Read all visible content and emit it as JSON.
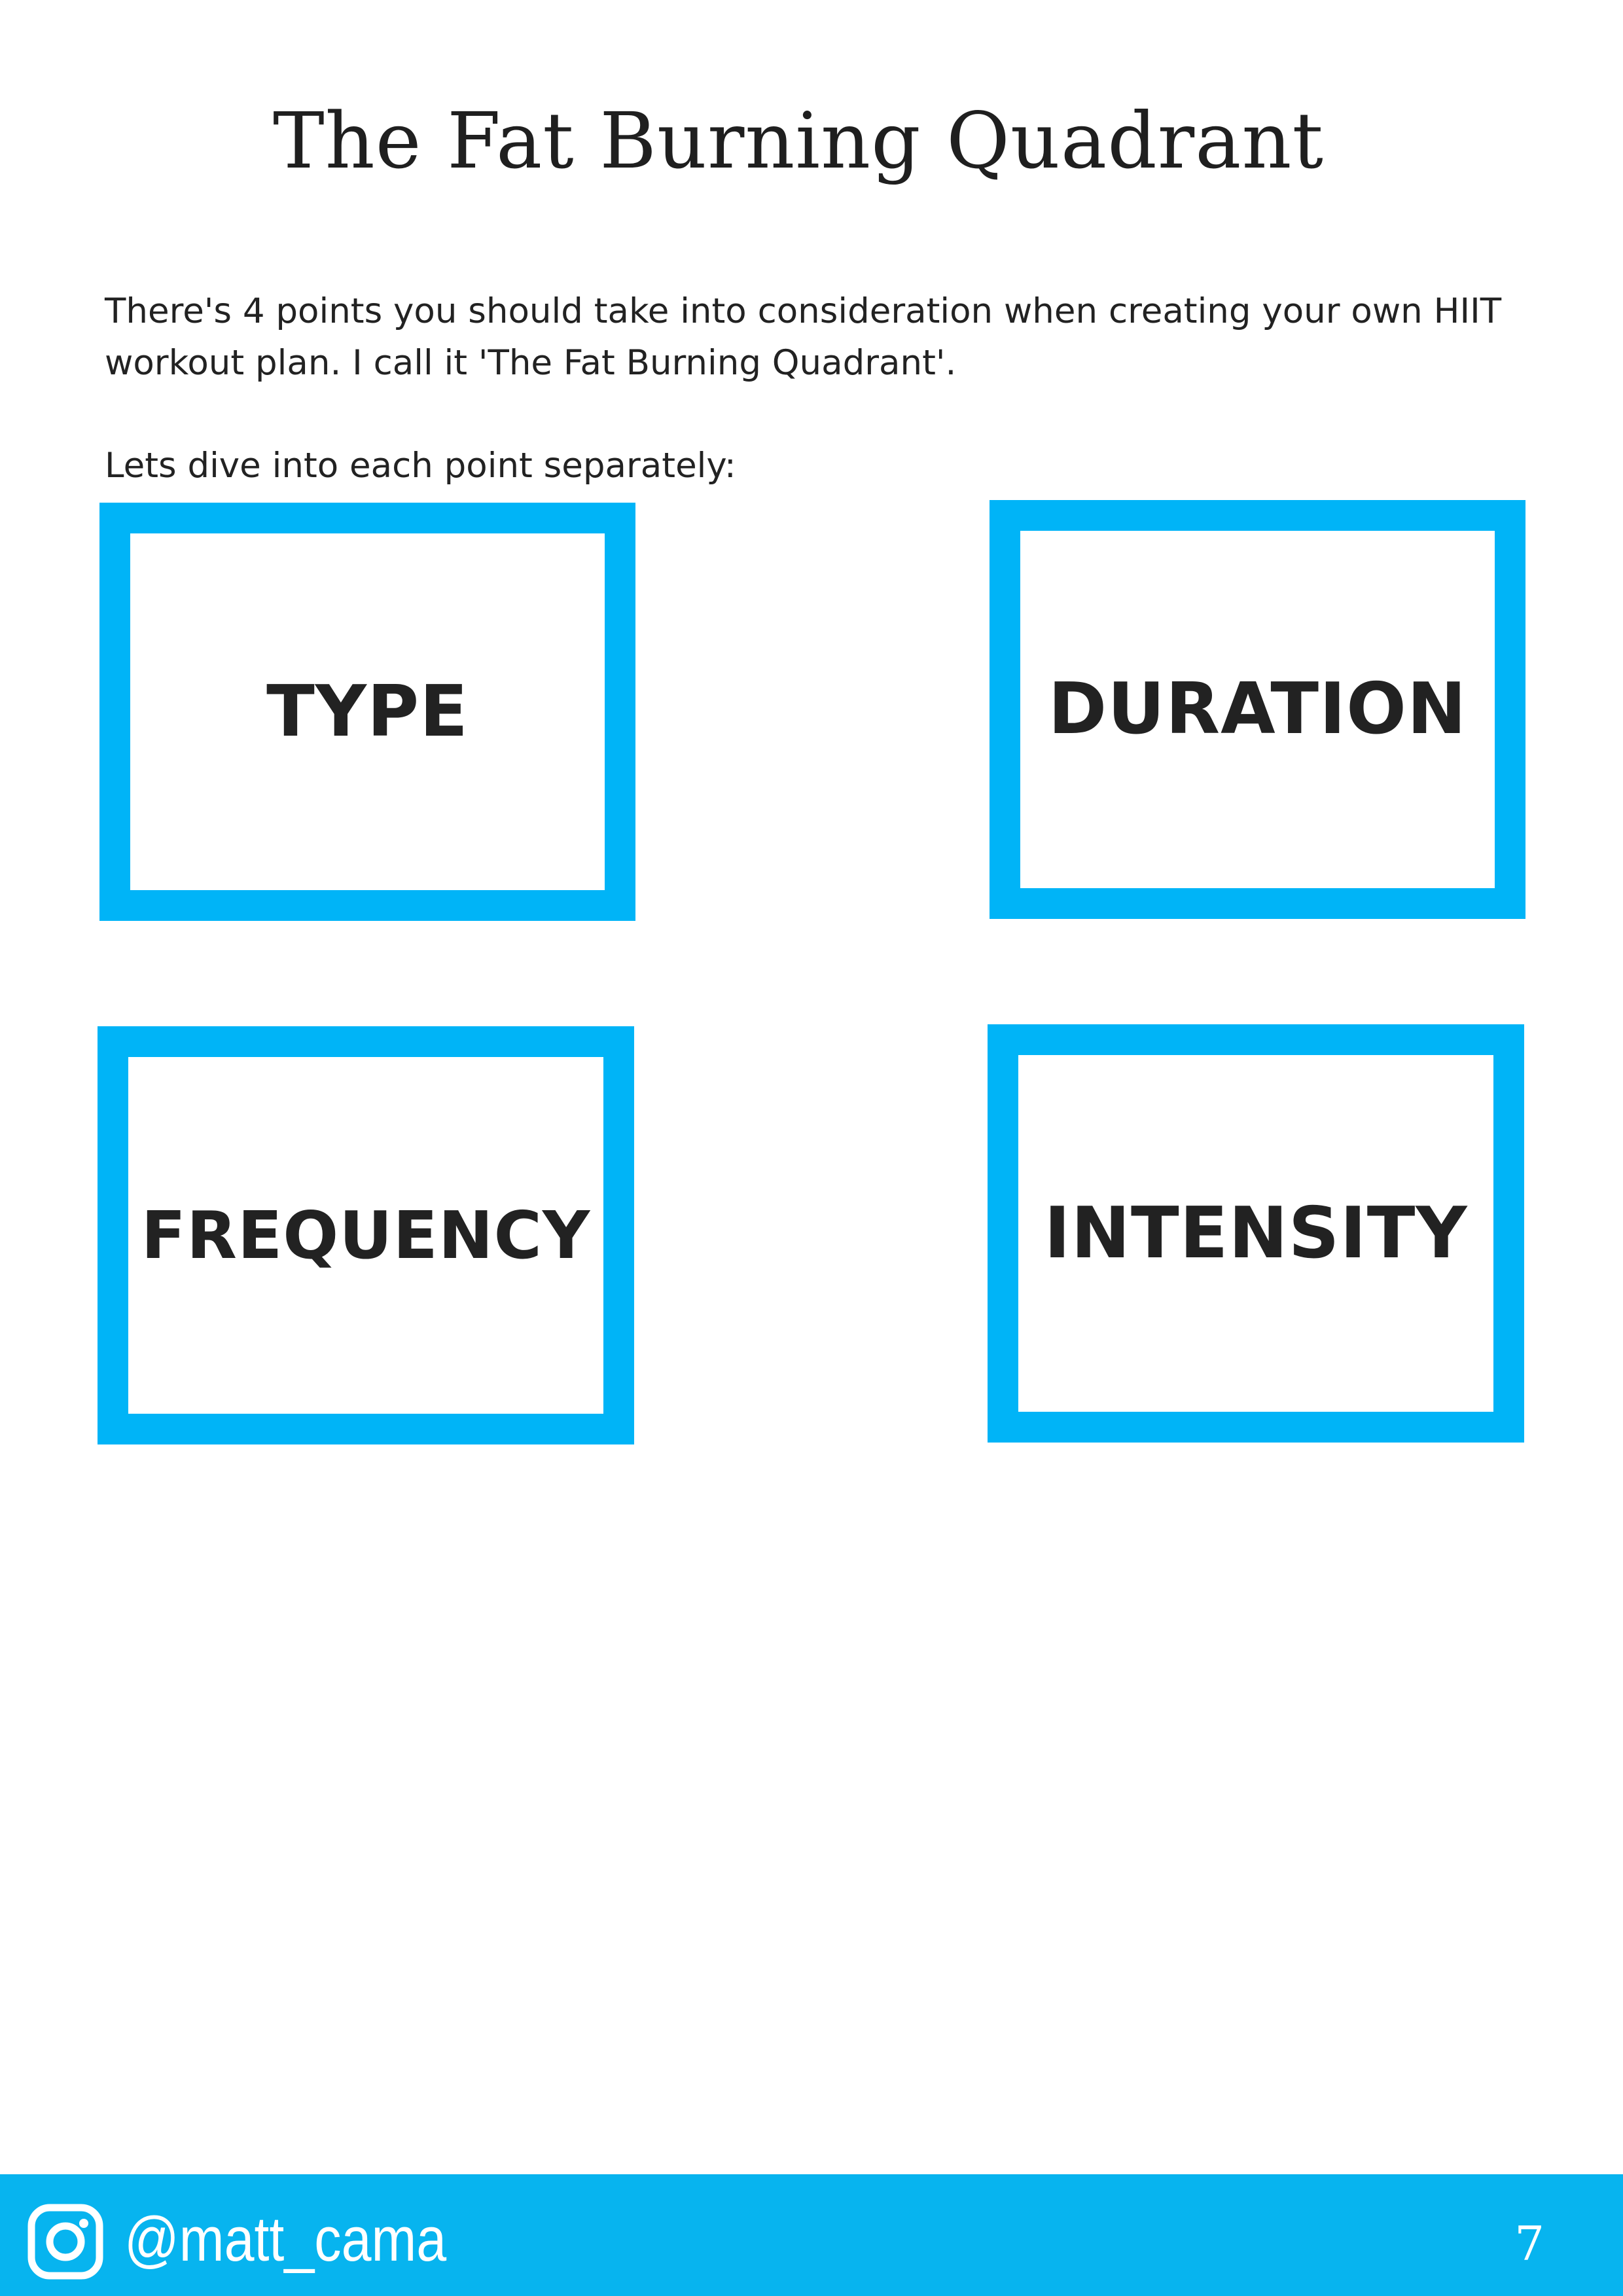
{
  "page": {
    "title": "The Fat Burning Quadrant",
    "intro": "There's 4 points you should take into consideration when creating your own HIIT workout plan. I call it 'The Fat Burning Quadrant'.",
    "lead": "Lets dive into each point separately:"
  },
  "quadrant": {
    "border_color": "#00b4f7",
    "items": [
      {
        "label": "TYPE"
      },
      {
        "label": "DURATION"
      },
      {
        "label": "FREQUENCY"
      },
      {
        "label": "INTENSITY"
      }
    ]
  },
  "footer": {
    "background_color": "#07b4ef",
    "icon": "instagram-icon",
    "handle": "@matt_cama",
    "page_number": "7"
  }
}
